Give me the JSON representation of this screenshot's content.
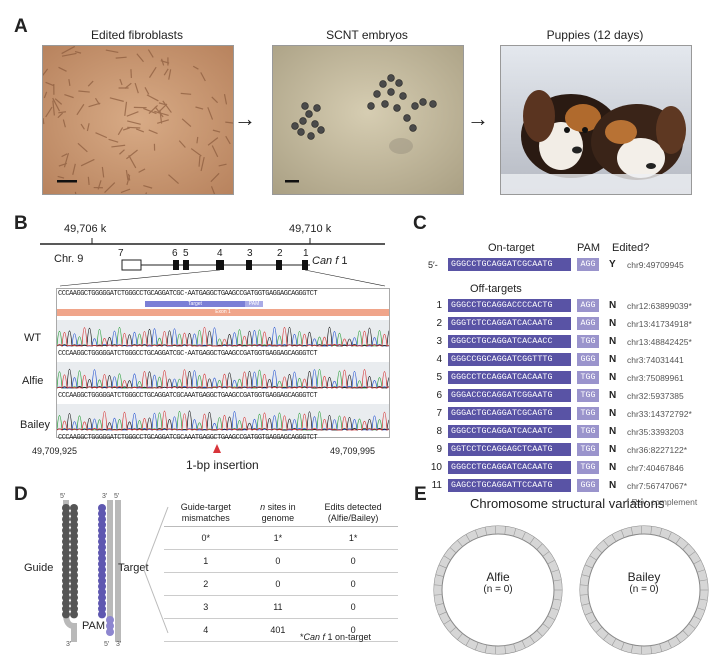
{
  "panels": {
    "a": "A",
    "b": "B",
    "c": "C",
    "d": "D",
    "e": "E"
  },
  "panel_a": {
    "captions": [
      "Edited fibroblasts",
      "SCNT embryos",
      "Puppies (12 days)"
    ],
    "arrow_glyph": "→"
  },
  "panel_b": {
    "coord_left": "49,706 k",
    "coord_right": "49,710 k",
    "chr_label": "Chr. 9",
    "gene_label": "Can f",
    "gene_num": "1",
    "exons": [
      "7",
      "6",
      "5",
      "4",
      "3",
      "2",
      "1"
    ],
    "ref_seq": "CCCAAGGCTGGGGGATCTGGGCCTGCAGGATCGC-AATGAGGCTGAAGCCGATGGTGAGGAGCAGGGTCT",
    "target_label": "Target",
    "pam_label": "PAM",
    "exon_label": "Exon 1",
    "samples": [
      {
        "name": "WT",
        "seq": "CCCAAGGCTGGGGGATCTGGGCCTGCAGGATCGC-AATGAGGCTGAAGCCGATGGTGAGGAGCAGGGTCT"
      },
      {
        "name": "Alfie",
        "seq": "CCCAAGGCTGGGGGATCTGGGCCTGCAGGATCGCAAATGAGGCTGAAGCCGATGGTGAGGAGCAGGGTCT"
      },
      {
        "name": "Bailey",
        "seq": "CCCAAGGCTGGGGGATCTGGGCCTGCAGGATCGCAAATGAGGCTGAAGCCGATGGTGAGGAGCAGGGTCT"
      }
    ],
    "pos_left": "49,709,925",
    "pos_right": "49,709,995",
    "insertion_label": "1-bp insertion"
  },
  "panel_c": {
    "on_target_header": "On-target",
    "pam_header": "PAM",
    "edited_header": "Edited?",
    "on_target": {
      "prefix": "5′-",
      "seq": "GGGCCTGCAGGATCGCAATG",
      "pam": "AGG",
      "edited": "Y",
      "chr": "chr9:49709945"
    },
    "off_target_header": "Off-targets",
    "off_targets": [
      {
        "n": "1",
        "seq": "GGGCCTGCAGGACCCCACTG",
        "pam": "AGG",
        "edited": "N",
        "chr": "chr12:63899039*"
      },
      {
        "n": "2",
        "seq": "GGGTCTCCAGGATCACAATG",
        "pam": "AGG",
        "edited": "N",
        "chr": "chr13:41734918*"
      },
      {
        "n": "3",
        "seq": "GGGCCTGCAGGATCACAACC",
        "pam": "TGG",
        "edited": "N",
        "chr": "chr13:48842425*"
      },
      {
        "n": "4",
        "seq": "GGGCCGGCAGGATCGGTTTG",
        "pam": "GGG",
        "edited": "N",
        "chr": "chr3:74031441"
      },
      {
        "n": "5",
        "seq": "GGGCCTCCAGGATCACAATG",
        "pam": "TGG",
        "edited": "N",
        "chr": "chr3:75089961"
      },
      {
        "n": "6",
        "seq": "GGGACCGCAGGATCGGAATG",
        "pam": "TGG",
        "edited": "N",
        "chr": "chr32:5937385"
      },
      {
        "n": "7",
        "seq": "GGGACTGCAGGATCGCAGTG",
        "pam": "TGG",
        "edited": "N",
        "chr": "chr33:14372792*"
      },
      {
        "n": "8",
        "seq": "GGGCCTGCAGGATCACAATC",
        "pam": "TGG",
        "edited": "N",
        "chr": "chr35:3393203"
      },
      {
        "n": "9",
        "seq": "GGTCCTCCAGGAGCTCAATG",
        "pam": "TGG",
        "edited": "N",
        "chr": "chr36:8227122*"
      },
      {
        "n": "10",
        "seq": "GGGCCTGCAGGATCACAATG",
        "pam": "TGG",
        "edited": "N",
        "chr": "chr7:40467846"
      },
      {
        "n": "11",
        "seq": "GAGCCTGCAGGATTCCAATG",
        "pam": "GGG",
        "edited": "N",
        "chr": "chr7:56747067*"
      }
    ],
    "footnote": "* Rev. complement"
  },
  "panel_d": {
    "guide_label": "Guide",
    "target_label": "Target",
    "pam_label": "PAM",
    "strand_5": "5′",
    "strand_3": "3′",
    "headers": [
      "Guide-target mismatches",
      "n sites in genome",
      "Edits detected (Alfie/Bailey)"
    ],
    "rows": [
      [
        "0*",
        "1*",
        "1*"
      ],
      [
        "1",
        "0",
        "0"
      ],
      [
        "2",
        "0",
        "0"
      ],
      [
        "3",
        "11",
        "0"
      ],
      [
        "4",
        "401",
        "0"
      ]
    ],
    "footnote": "*Can f 1 on-target"
  },
  "panel_e": {
    "title": "Chromosome structural variations",
    "circles": [
      {
        "name": "Alfie",
        "count": "(n = 0)"
      },
      {
        "name": "Bailey",
        "count": "(n = 0)"
      }
    ]
  }
}
